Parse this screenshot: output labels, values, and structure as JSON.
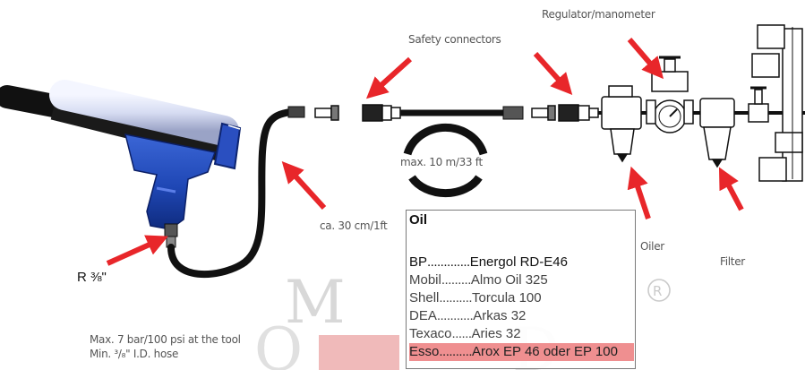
{
  "labels": {
    "regulator": "Regulator/manometer",
    "safety_connectors": "Safety connectors",
    "hose_length": "max. 10 m/33 ft",
    "short_hose": "ca. 30 cm/1ft",
    "oiler": "Oiler",
    "filter": "Filter",
    "thread": "R ⅜\"",
    "pressure_note_1": "Max. 7 bar/100 psi at the tool",
    "pressure_note_2": "Min. ³/₈\" I.D. hose"
  },
  "oil_table": {
    "heading": "Oil",
    "rows": [
      {
        "brand": "BP",
        "dots": ".............",
        "product": "Energol RD-E46"
      },
      {
        "brand": "Mobil",
        "dots": ".........",
        "product": "Almo Oil 325"
      },
      {
        "brand": "Shell",
        "dots": "..........",
        "product": "Torcula 100"
      },
      {
        "brand": "DEA",
        "dots": "...........",
        "product": "Arkas 32"
      },
      {
        "brand": "Texaco",
        "dots": "......",
        "product": "Aries 32"
      },
      {
        "brand": "Esso",
        "dots": "..........",
        "product": "Arox EP 46 oder EP 100"
      }
    ]
  },
  "watermark": {
    "letters": [
      "M",
      "O",
      "D"
    ],
    "registered": "®"
  },
  "colors": {
    "arrow": "#e8262a",
    "tool_blue": "#1f47b5",
    "highlight_row": "#ef8f90"
  }
}
